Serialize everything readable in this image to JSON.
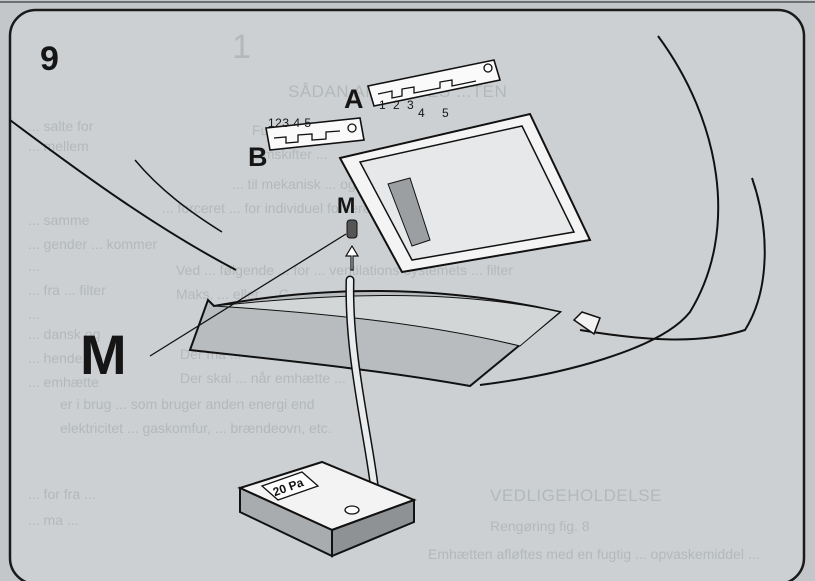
{
  "figure": {
    "number": "9",
    "label_a": "A",
    "label_b": "B",
    "label_m_big": "M",
    "label_m_small": "M",
    "switch_a_numbers_1": "1 2 3",
    "switch_a_numbers_2": "4 5",
    "switch_b_numbers": "123 4 5",
    "gauge_label": "20 Pa"
  },
  "background_text": {
    "page_number": "1",
    "heading_1": "SÅDAN ANVENDES ...TEN",
    "line_1": "Funktion fig. 8",
    "line_2": "Omskifter ...",
    "line_3": "... til mekanisk ... og forceret ventilation",
    "line_4": "... forceret ... for individuel forceret ventilation",
    "line_5": "Ved ... følgende ... for ... ventilations-systemets ... filter",
    "line_6": "Maks. ... eller ... C.",
    "line_7": "Der må ... ",
    "line_8": "Der skal ... når emhætte ...",
    "line_9": "er i brug ... som bruger anden energi end",
    "line_10": "elektricitet ... gaskomfur, ... brændeovn, etc.",
    "heading_2": "VEDLIGEHOLDELSE",
    "line_11": "Rengøring fig. 8",
    "line_12": "Emhætten afløftes med en fugtig ... opvaskemiddel ...",
    "right_1": "... salte for",
    "right_2": "... mellem",
    "right_3": "... samme",
    "right_4": "... gender ... kommer",
    "right_5": "...",
    "right_6": "... fra ... filter",
    "right_7": "...",
    "right_8": "... dansk og",
    "right_9": "... hende",
    "right_10": "... emhætte",
    "right_11": "... for fra ...",
    "right_12": "... ma ..."
  },
  "colors": {
    "page": "#c3c7c9",
    "panel": "#dfe2e3",
    "ink": "#151515",
    "bleed_text": "#7e8385"
  }
}
